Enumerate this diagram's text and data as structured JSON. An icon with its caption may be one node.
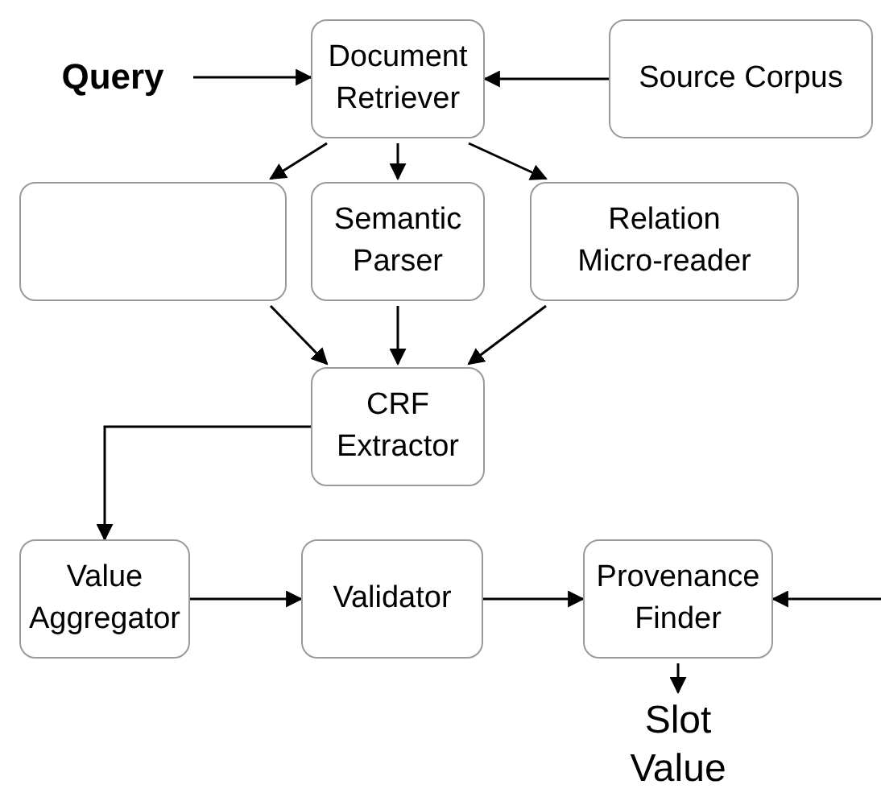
{
  "diagram": {
    "nodes": [
      {
        "text": [
          "Query"
        ]
      },
      {
        "text": [
          "Document Retriever"
        ]
      },
      {
        "text": [
          "Source Corpus"
        ]
      },
      {
        "text": [],
        "shape": "box"
      },
      {
        "text": [
          "Semantic Parser"
        ]
      },
      {
        "text": [
          "Relation Micro-reader"
        ]
      },
      {
        "text": [
          "CRF Extractor"
        ]
      },
      {
        "text": [
          "Value Aggregator"
        ]
      },
      {
        "text": [
          "Validator"
        ]
      },
      {
        "text": [
          "Provenance Finder"
        ]
      },
      {
        "text": [
          "Slot Value"
        ]
      }
    ],
    "edges": [
      {
        "from": 0,
        "to": 1,
        "arrow": "to"
      },
      {
        "from": 2,
        "to": 1,
        "arrow": "to"
      },
      {
        "from": 1,
        "to": 3,
        "arrow": "to"
      },
      {
        "from": 1,
        "to": 4,
        "arrow": "to"
      },
      {
        "from": 1,
        "to": 5,
        "arrow": "to"
      },
      {
        "from": 3,
        "to": 6,
        "arrow": "to"
      },
      {
        "from": 4,
        "to": 6,
        "arrow": "to"
      },
      {
        "from": 5,
        "to": 6,
        "arrow": "to"
      },
      {
        "from": 6,
        "to": 7,
        "arrow": "to"
      },
      {
        "from": 7,
        "to": 8,
        "arrow": "to"
      },
      {
        "from": 8,
        "to": 9,
        "arrow": "to"
      },
      {
        "from": null,
        "to": 9,
        "arrow": "to"
      },
      {
        "from": 9,
        "to": 10,
        "arrow": "to"
      }
    ]
  }
}
